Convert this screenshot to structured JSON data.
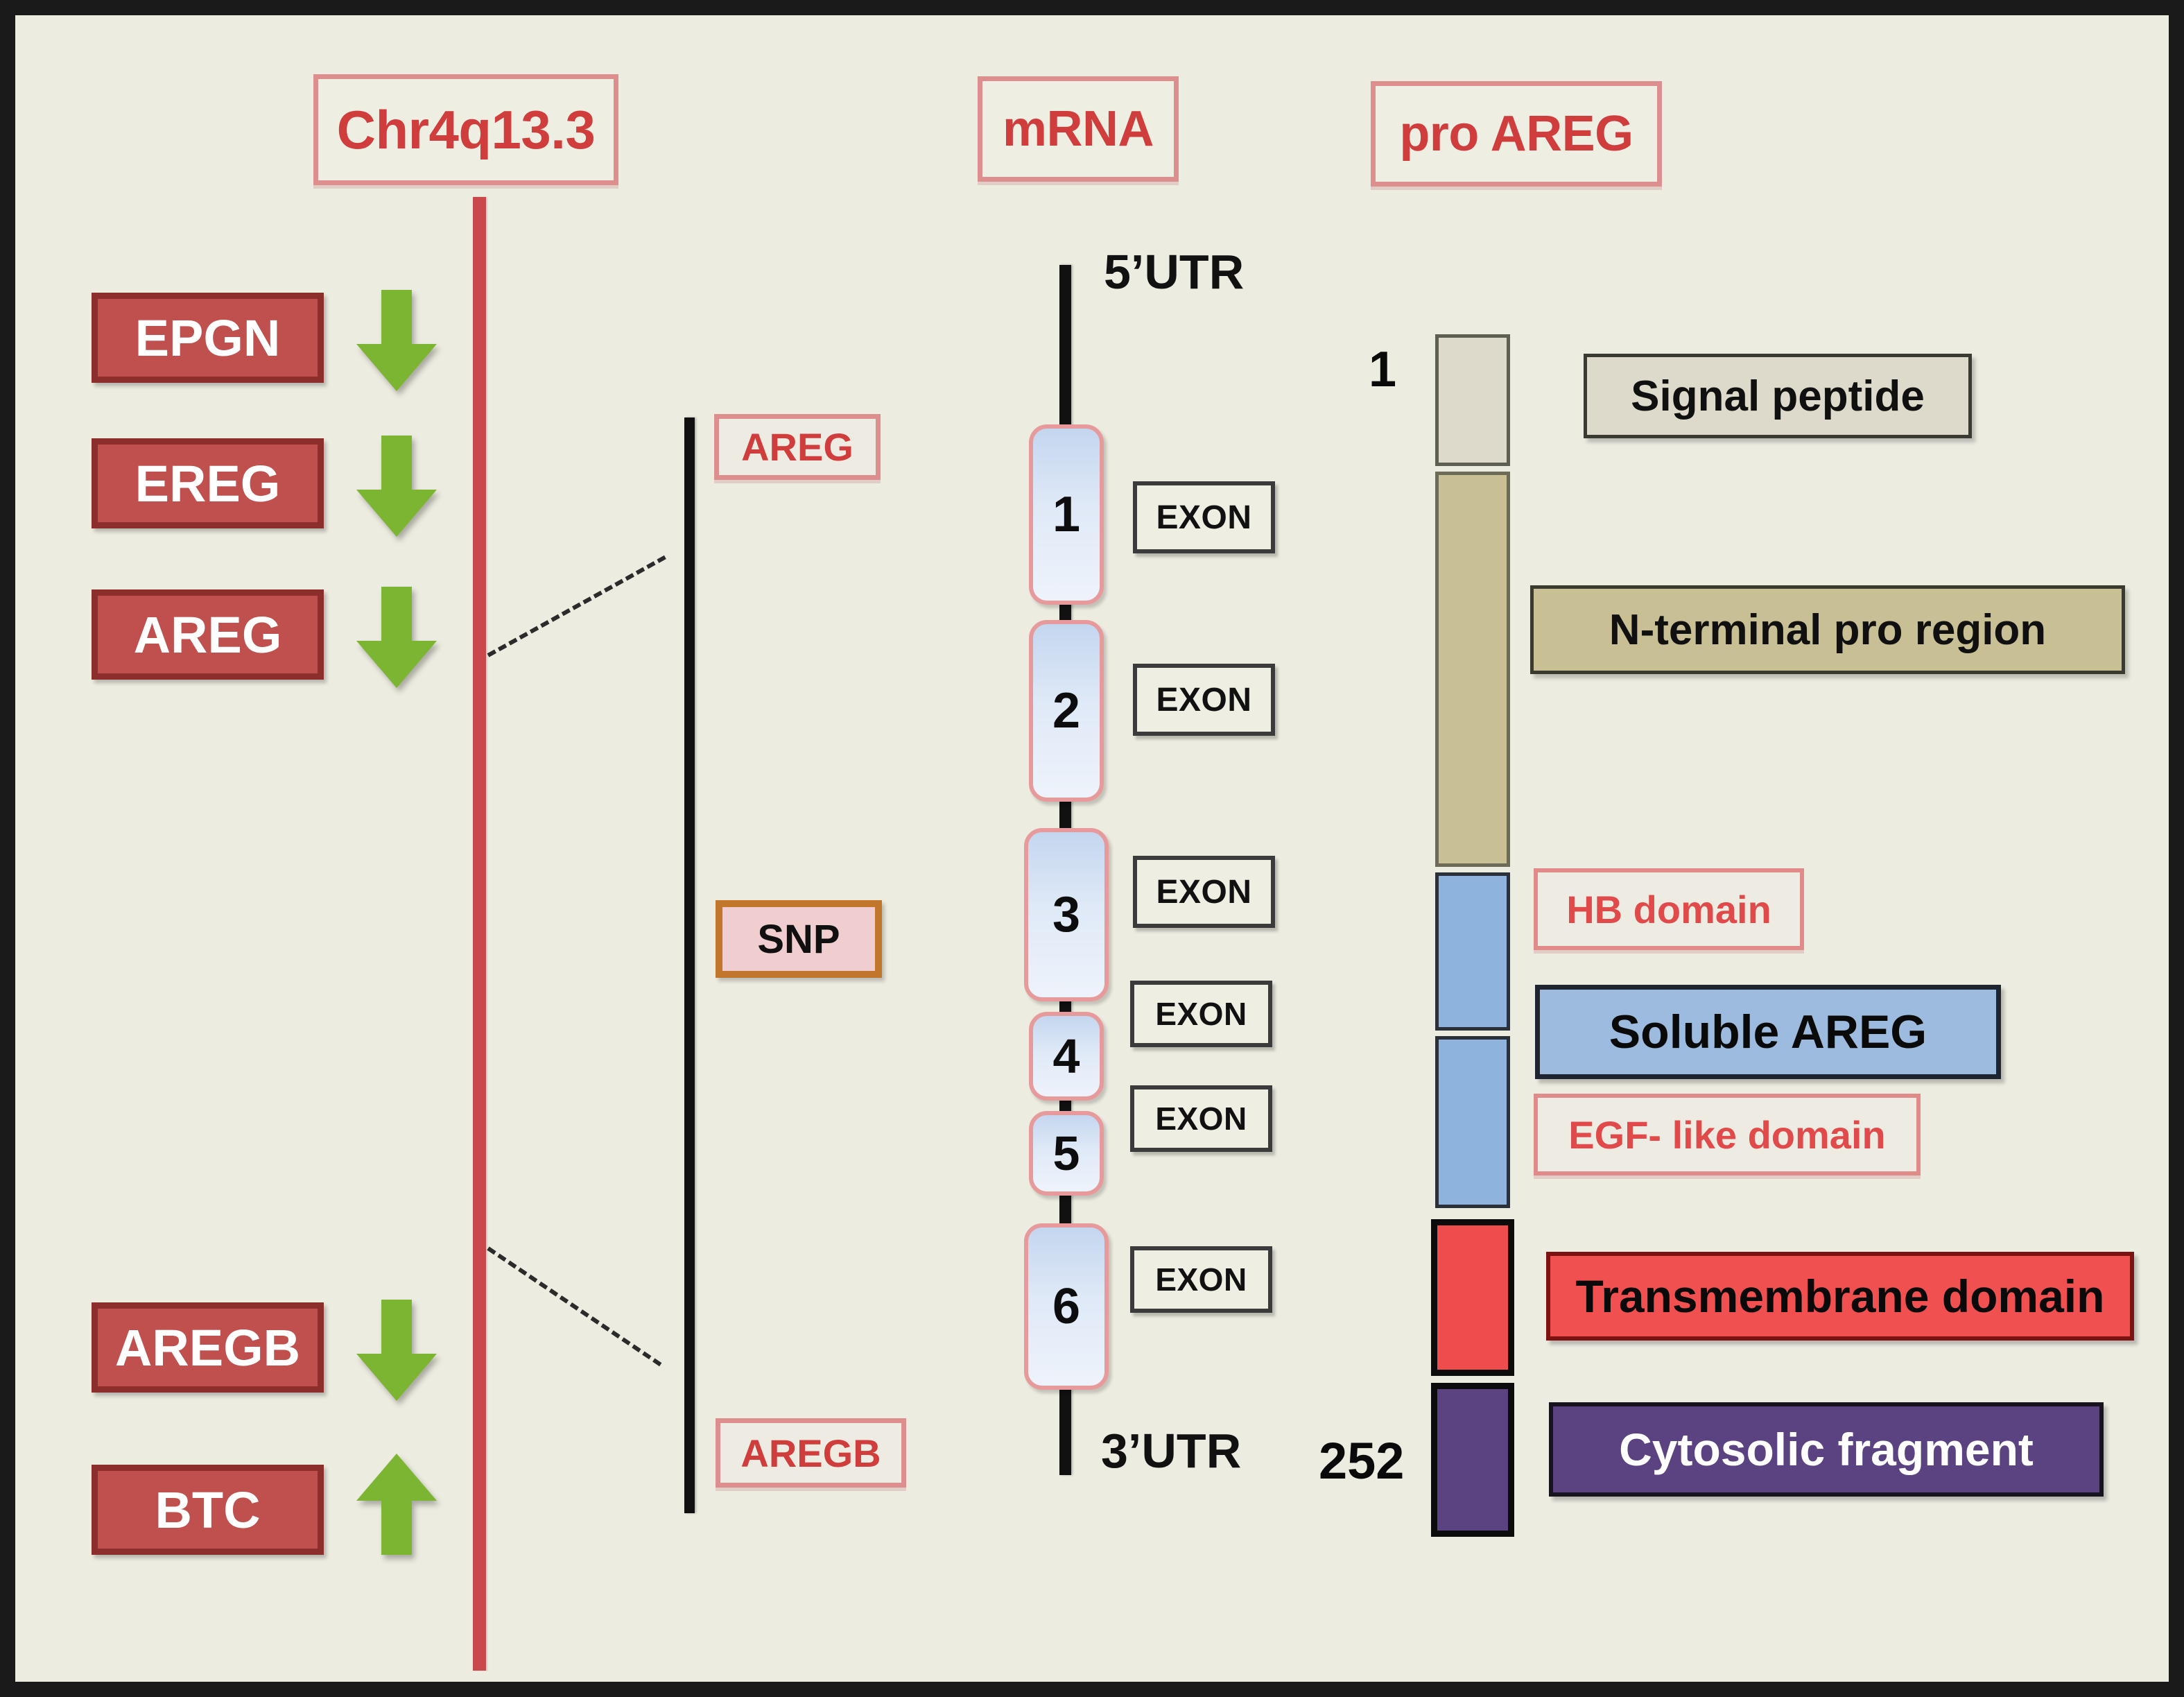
{
  "figure": {
    "background_color": "#edece1",
    "border_color": "#1a1a1a"
  },
  "headers": {
    "chromosome": "Chr4q13.3",
    "mrna": "mRNA",
    "protein": "pro AREG"
  },
  "chromosome_column": {
    "line_color": "#c9484c",
    "genes": [
      {
        "name": "EPGN",
        "regulation": "down",
        "arrow_glyph": "down-arrow-icon"
      },
      {
        "name": "EREG",
        "regulation": "down",
        "arrow_glyph": "down-arrow-icon"
      },
      {
        "name": "AREG",
        "regulation": "down",
        "arrow_glyph": "down-arrow-icon"
      },
      {
        "name": "AREGB",
        "regulation": "down",
        "arrow_glyph": "down-arrow-icon"
      },
      {
        "name": "BTC",
        "regulation": "up",
        "arrow_glyph": "up-arrow-icon"
      }
    ],
    "gene_box_color": "#c0504d",
    "arrow_color": "#7cb531"
  },
  "gene_column": {
    "line_color": "#111111",
    "top_tag": "AREG",
    "bottom_tag": "AREGB",
    "variant_tag": "SNP",
    "variant_border_color": "#c1762b",
    "variant_fill_color": "#f0cdce"
  },
  "mrna_column": {
    "five_prime_label": "5’UTR",
    "three_prime_label": "3’UTR",
    "exon_tag_label": "EXON",
    "exons": [
      {
        "number": "1"
      },
      {
        "number": "2"
      },
      {
        "number": "3"
      },
      {
        "number": "4"
      },
      {
        "number": "5"
      },
      {
        "number": "6"
      }
    ]
  },
  "protein_column": {
    "start_position": "1",
    "end_position": "252",
    "segments": [
      {
        "name": "Signal peptide",
        "color": "#dedacb"
      },
      {
        "name": "N-terminal pro region",
        "color": "#c8c094"
      },
      {
        "name": "HB domain",
        "color": "#8eb4dd"
      },
      {
        "name": "EGF- like domain",
        "color": "#8eb4dd"
      },
      {
        "name": "Transmembrane  domain",
        "color": "#ef4d4d"
      },
      {
        "name": "Cytosolic fragment",
        "color": "#5a4380"
      }
    ],
    "labels": {
      "signal_peptide": "Signal peptide",
      "n_terminal": "N-terminal pro region",
      "hb_domain": "HB domain",
      "soluble": "Soluble AREG",
      "egf_domain": "EGF- like domain",
      "transmembrane": "Transmembrane  domain",
      "cytosolic": "Cytosolic fragment"
    }
  },
  "chart_data": {
    "type": "diagram",
    "title": "AREG gene locus, mRNA exon structure and pro-AREG protein domain map",
    "panels": [
      {
        "name": "Chr4q13.3 locus",
        "items": [
          "EPGN",
          "EREG",
          "AREG",
          "AREGB",
          "BTC"
        ],
        "regulation": [
          "down",
          "down",
          "down",
          "down",
          "up"
        ]
      },
      {
        "name": "mRNA",
        "exons": [
          1,
          2,
          3,
          4,
          5,
          6
        ],
        "flanks": [
          "5’UTR",
          "3’UTR"
        ]
      },
      {
        "name": "pro AREG",
        "residue_range": [
          1,
          252
        ],
        "domains": [
          "Signal peptide",
          "N-terminal pro region",
          "HB domain",
          "EGF- like domain",
          "Transmembrane  domain",
          "Cytosolic fragment"
        ],
        "spanning_annotation": "Soluble AREG"
      }
    ]
  }
}
